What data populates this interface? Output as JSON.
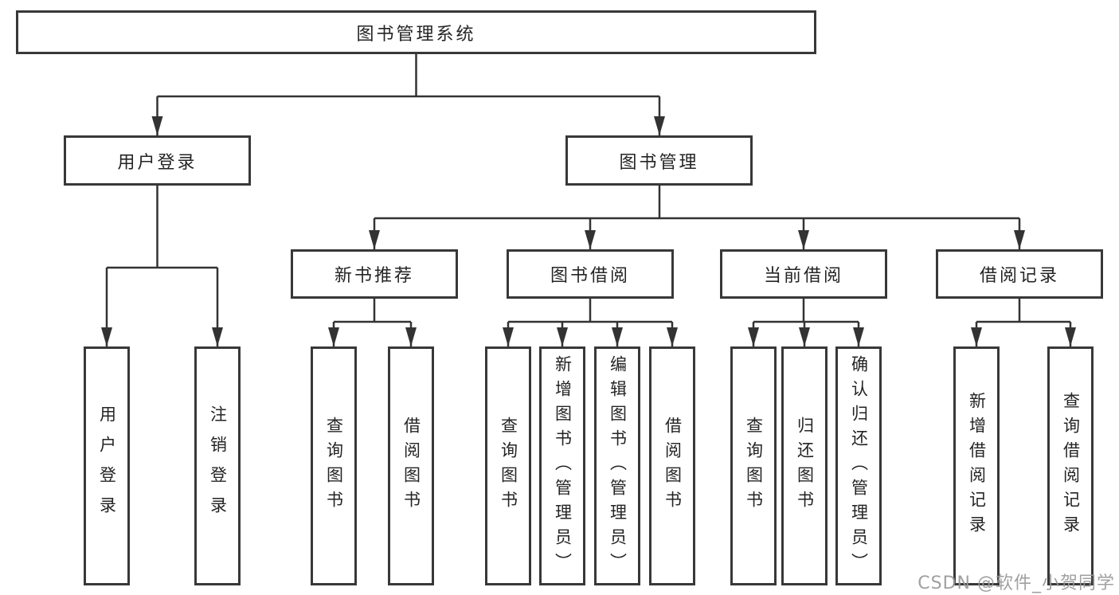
{
  "diagram": {
    "title": "图书管理系统",
    "root": {
      "label": "图书管理系统"
    },
    "branches": {
      "user_login": {
        "label": "用户登录"
      },
      "book_mgmt": {
        "label": "图书管理"
      }
    },
    "sections": {
      "new_book_rec": {
        "label": "新书推荐"
      },
      "book_borrow": {
        "label": "图书借阅"
      },
      "current_borrow": {
        "label": "当前借阅"
      },
      "borrow_record": {
        "label": "借阅记录"
      }
    },
    "leaves": {
      "user_login": {
        "label": "用户登录"
      },
      "logout": {
        "label": "注销登录"
      },
      "rec_query_book": {
        "label": "查询图书"
      },
      "rec_borrow_book": {
        "label": "借阅图书"
      },
      "bor_query_book": {
        "label": "查询图书"
      },
      "bor_add_book": {
        "label": "新增图书（管理员）"
      },
      "bor_edit_book": {
        "label": "编辑图书（管理员）"
      },
      "bor_borrow_book": {
        "label": "借阅图书"
      },
      "cur_query_book": {
        "label": "查询图书"
      },
      "cur_return_book": {
        "label": "归还图书"
      },
      "cur_confirm_return": {
        "label": "确认归还（管理员）"
      },
      "record_add": {
        "label": "新增借阅记录"
      },
      "record_query": {
        "label": "查询借阅记录"
      }
    },
    "hierarchy": {
      "图书管理系统": {
        "用户登录": [
          "用户登录",
          "注销登录"
        ],
        "图书管理": {
          "新书推荐": [
            "查询图书",
            "借阅图书"
          ],
          "图书借阅": [
            "查询图书",
            "新增图书（管理员）",
            "编辑图书（管理员）",
            "借阅图书"
          ],
          "当前借阅": [
            "查询图书",
            "归还图书",
            "确认归还（管理员）"
          ],
          "借阅记录": [
            "新增借阅记录",
            "查询借阅记录"
          ]
        }
      }
    }
  },
  "watermark": {
    "text": "CSDN @软件_小贺同学"
  },
  "colors": {
    "background": "#ffffff",
    "box_border": "#383838",
    "connector_line": "#333333",
    "text": "#242424",
    "watermark": "#989898"
  }
}
